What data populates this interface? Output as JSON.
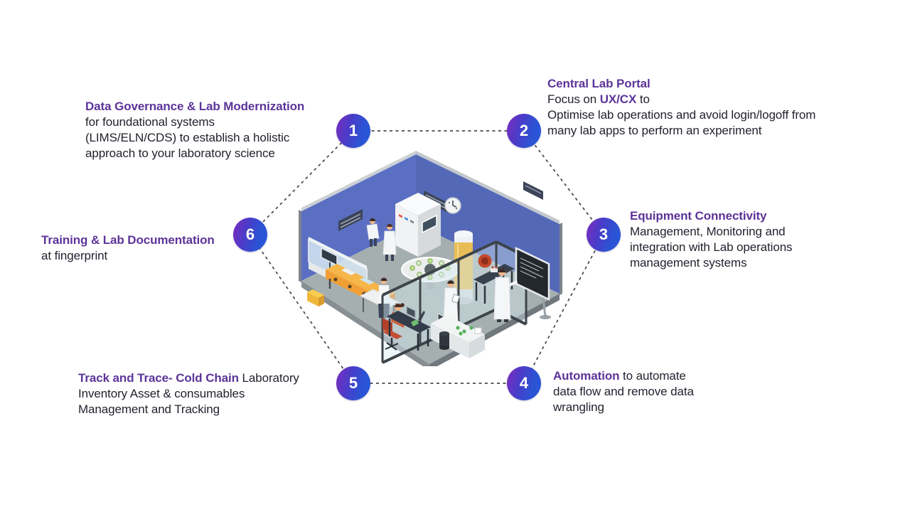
{
  "colors": {
    "accent_purple": "#5c3499",
    "body_text": "#24212d",
    "circle_gradient_start": "#7a2cbe",
    "circle_gradient_end": "#2b53d4",
    "dashed_line": "#47474c",
    "wall_blue": "#5b6fc2",
    "floor_gray": "#a5afb0"
  },
  "illustration_name": "isometric-lab-room-illustration",
  "callouts": {
    "c1": {
      "number": "1",
      "title": "Data Governance & Lab Modernization",
      "lines": [
        "for foundational systems",
        "(LIMS/ELN/CDS) to establish a holistic",
        "approach to your laboratory science"
      ]
    },
    "c2": {
      "number": "2",
      "title": "Central Lab Portal",
      "focus_pre": "Focus on ",
      "focus_accent": "UX/CX",
      "focus_post": " to",
      "lines": [
        "Optimise lab operations and avoid login/logoff from",
        "many lab apps to perform an experiment"
      ]
    },
    "c3": {
      "number": "3",
      "title": "Equipment Connectivity",
      "lines": [
        "Management, Monitoring and",
        "integration with Lab operations",
        "management systems"
      ]
    },
    "c4": {
      "number": "4",
      "lead_accent": "Automation",
      "lead_rest": " to automate",
      "lines": [
        "data flow and remove data",
        "wrangling"
      ]
    },
    "c5": {
      "number": "5",
      "lead_accent": "Track and Trace- Cold Chain",
      "lead_rest": " Laboratory",
      "lines": [
        "Inventory Asset & consumables",
        "Management and Tracking"
      ]
    },
    "c6": {
      "number": "6",
      "title": "Training & Lab Documentation",
      "lines": [
        "at fingerprint"
      ]
    }
  }
}
